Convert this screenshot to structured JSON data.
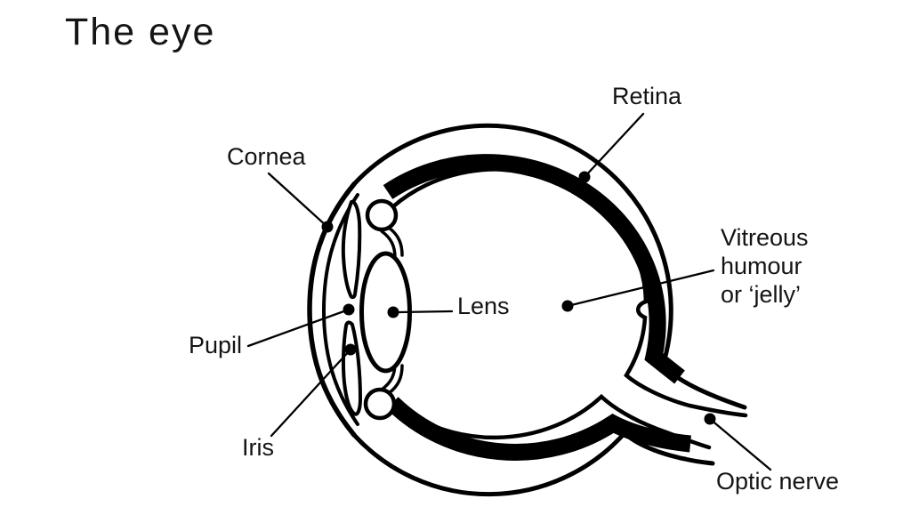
{
  "title": "The eye",
  "labels": {
    "cornea": "Cornea",
    "retina": "Retina",
    "pupil": "Pupil",
    "iris": "Iris",
    "lens": "Lens",
    "vitreous": "Vitreous\nhumour\nor ‘jelly’",
    "optic_nerve": "Optic nerve"
  },
  "colors": {
    "ink": "#000000",
    "text": "#141414",
    "background": "#ffffff"
  }
}
